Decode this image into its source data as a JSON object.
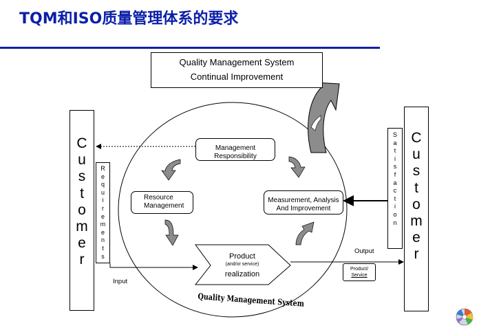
{
  "title": "TQM和ISO质量管理体系的要求",
  "top_box": {
    "line1": "Quality Management System",
    "line2": "Continual Improvement"
  },
  "customer_left": [
    "C",
    "u",
    "s",
    "t",
    "o",
    "m",
    "e",
    "r"
  ],
  "customer_right": [
    "C",
    "u",
    "s",
    "t",
    "o",
    "m",
    "e",
    "r"
  ],
  "requirements": [
    "R",
    "e",
    "q",
    "u",
    "i",
    "r",
    "e",
    "m",
    "e",
    "n",
    "t",
    "s"
  ],
  "satisfaction": [
    "S",
    "a",
    "t",
    "i",
    "s",
    "f",
    "a",
    "c",
    "t",
    "i",
    "o",
    "n"
  ],
  "nodes": {
    "management": {
      "line1": "Management",
      "line2": "Responsibility"
    },
    "resource": {
      "line1": "Resource",
      "line2": "Management"
    },
    "measurement": {
      "line1": "Measurement, Analysis",
      "line2": "And Improvement"
    },
    "product": {
      "line1": "Product",
      "line2": "(and/or service)",
      "line3": "realization"
    }
  },
  "labels": {
    "input": "Input",
    "output": "Output",
    "qms_script": "Quality Management System"
  },
  "product_service": {
    "line1": "Product/",
    "line2": "Service"
  },
  "colors": {
    "title": "#0b1fa8",
    "rule": "#0b1fa8",
    "arrow_fill": "#8c8c8c"
  }
}
